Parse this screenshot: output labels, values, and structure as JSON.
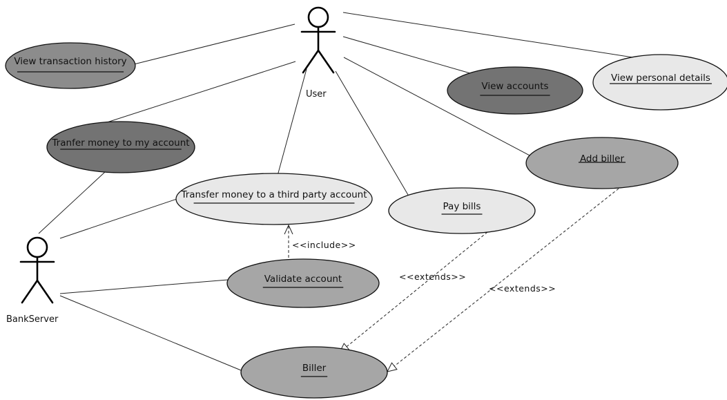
{
  "actors": [
    {
      "id": "user",
      "label": "User"
    },
    {
      "id": "bankserver",
      "label": "BankServer"
    }
  ],
  "use_cases": [
    {
      "id": "view_history",
      "label": "View transaction history",
      "fill": "#8c8c8c"
    },
    {
      "id": "view_accounts",
      "label": "View accounts",
      "fill": "#737373"
    },
    {
      "id": "view_personal",
      "label": "View personal details",
      "fill": "#e8e8e8"
    },
    {
      "id": "transfer_mine",
      "label": "Tranfer money to my account",
      "fill": "#737373"
    },
    {
      "id": "add_biller",
      "label": "Add biller",
      "fill": "#a6a6a6"
    },
    {
      "id": "transfer_third",
      "label": "Transfer money to a third party account",
      "fill": "#e8e8e8"
    },
    {
      "id": "pay_bills",
      "label": "Pay bills",
      "fill": "#e8e8e8"
    },
    {
      "id": "validate",
      "label": "Validate account",
      "fill": "#a6a6a6"
    },
    {
      "id": "biller",
      "label": "Biller",
      "fill": "#a6a6a6"
    }
  ],
  "associations": [
    [
      "user",
      "view_history"
    ],
    [
      "user",
      "view_accounts"
    ],
    [
      "user",
      "view_personal"
    ],
    [
      "user",
      "transfer_mine"
    ],
    [
      "user",
      "transfer_third"
    ],
    [
      "user",
      "pay_bills"
    ],
    [
      "user",
      "add_biller"
    ],
    [
      "bankserver",
      "transfer_mine"
    ],
    [
      "bankserver",
      "transfer_third"
    ],
    [
      "bankserver",
      "validate"
    ],
    [
      "bankserver",
      "biller"
    ]
  ],
  "dependencies": [
    {
      "from": "validate",
      "to": "transfer_third",
      "label": "<<include>>",
      "kind": "include"
    },
    {
      "from": "pay_bills",
      "to": "biller",
      "label": "<<extends>>",
      "kind": "extends"
    },
    {
      "from": "add_biller",
      "to": "biller",
      "label": "<<extends>>",
      "kind": "extends"
    }
  ]
}
